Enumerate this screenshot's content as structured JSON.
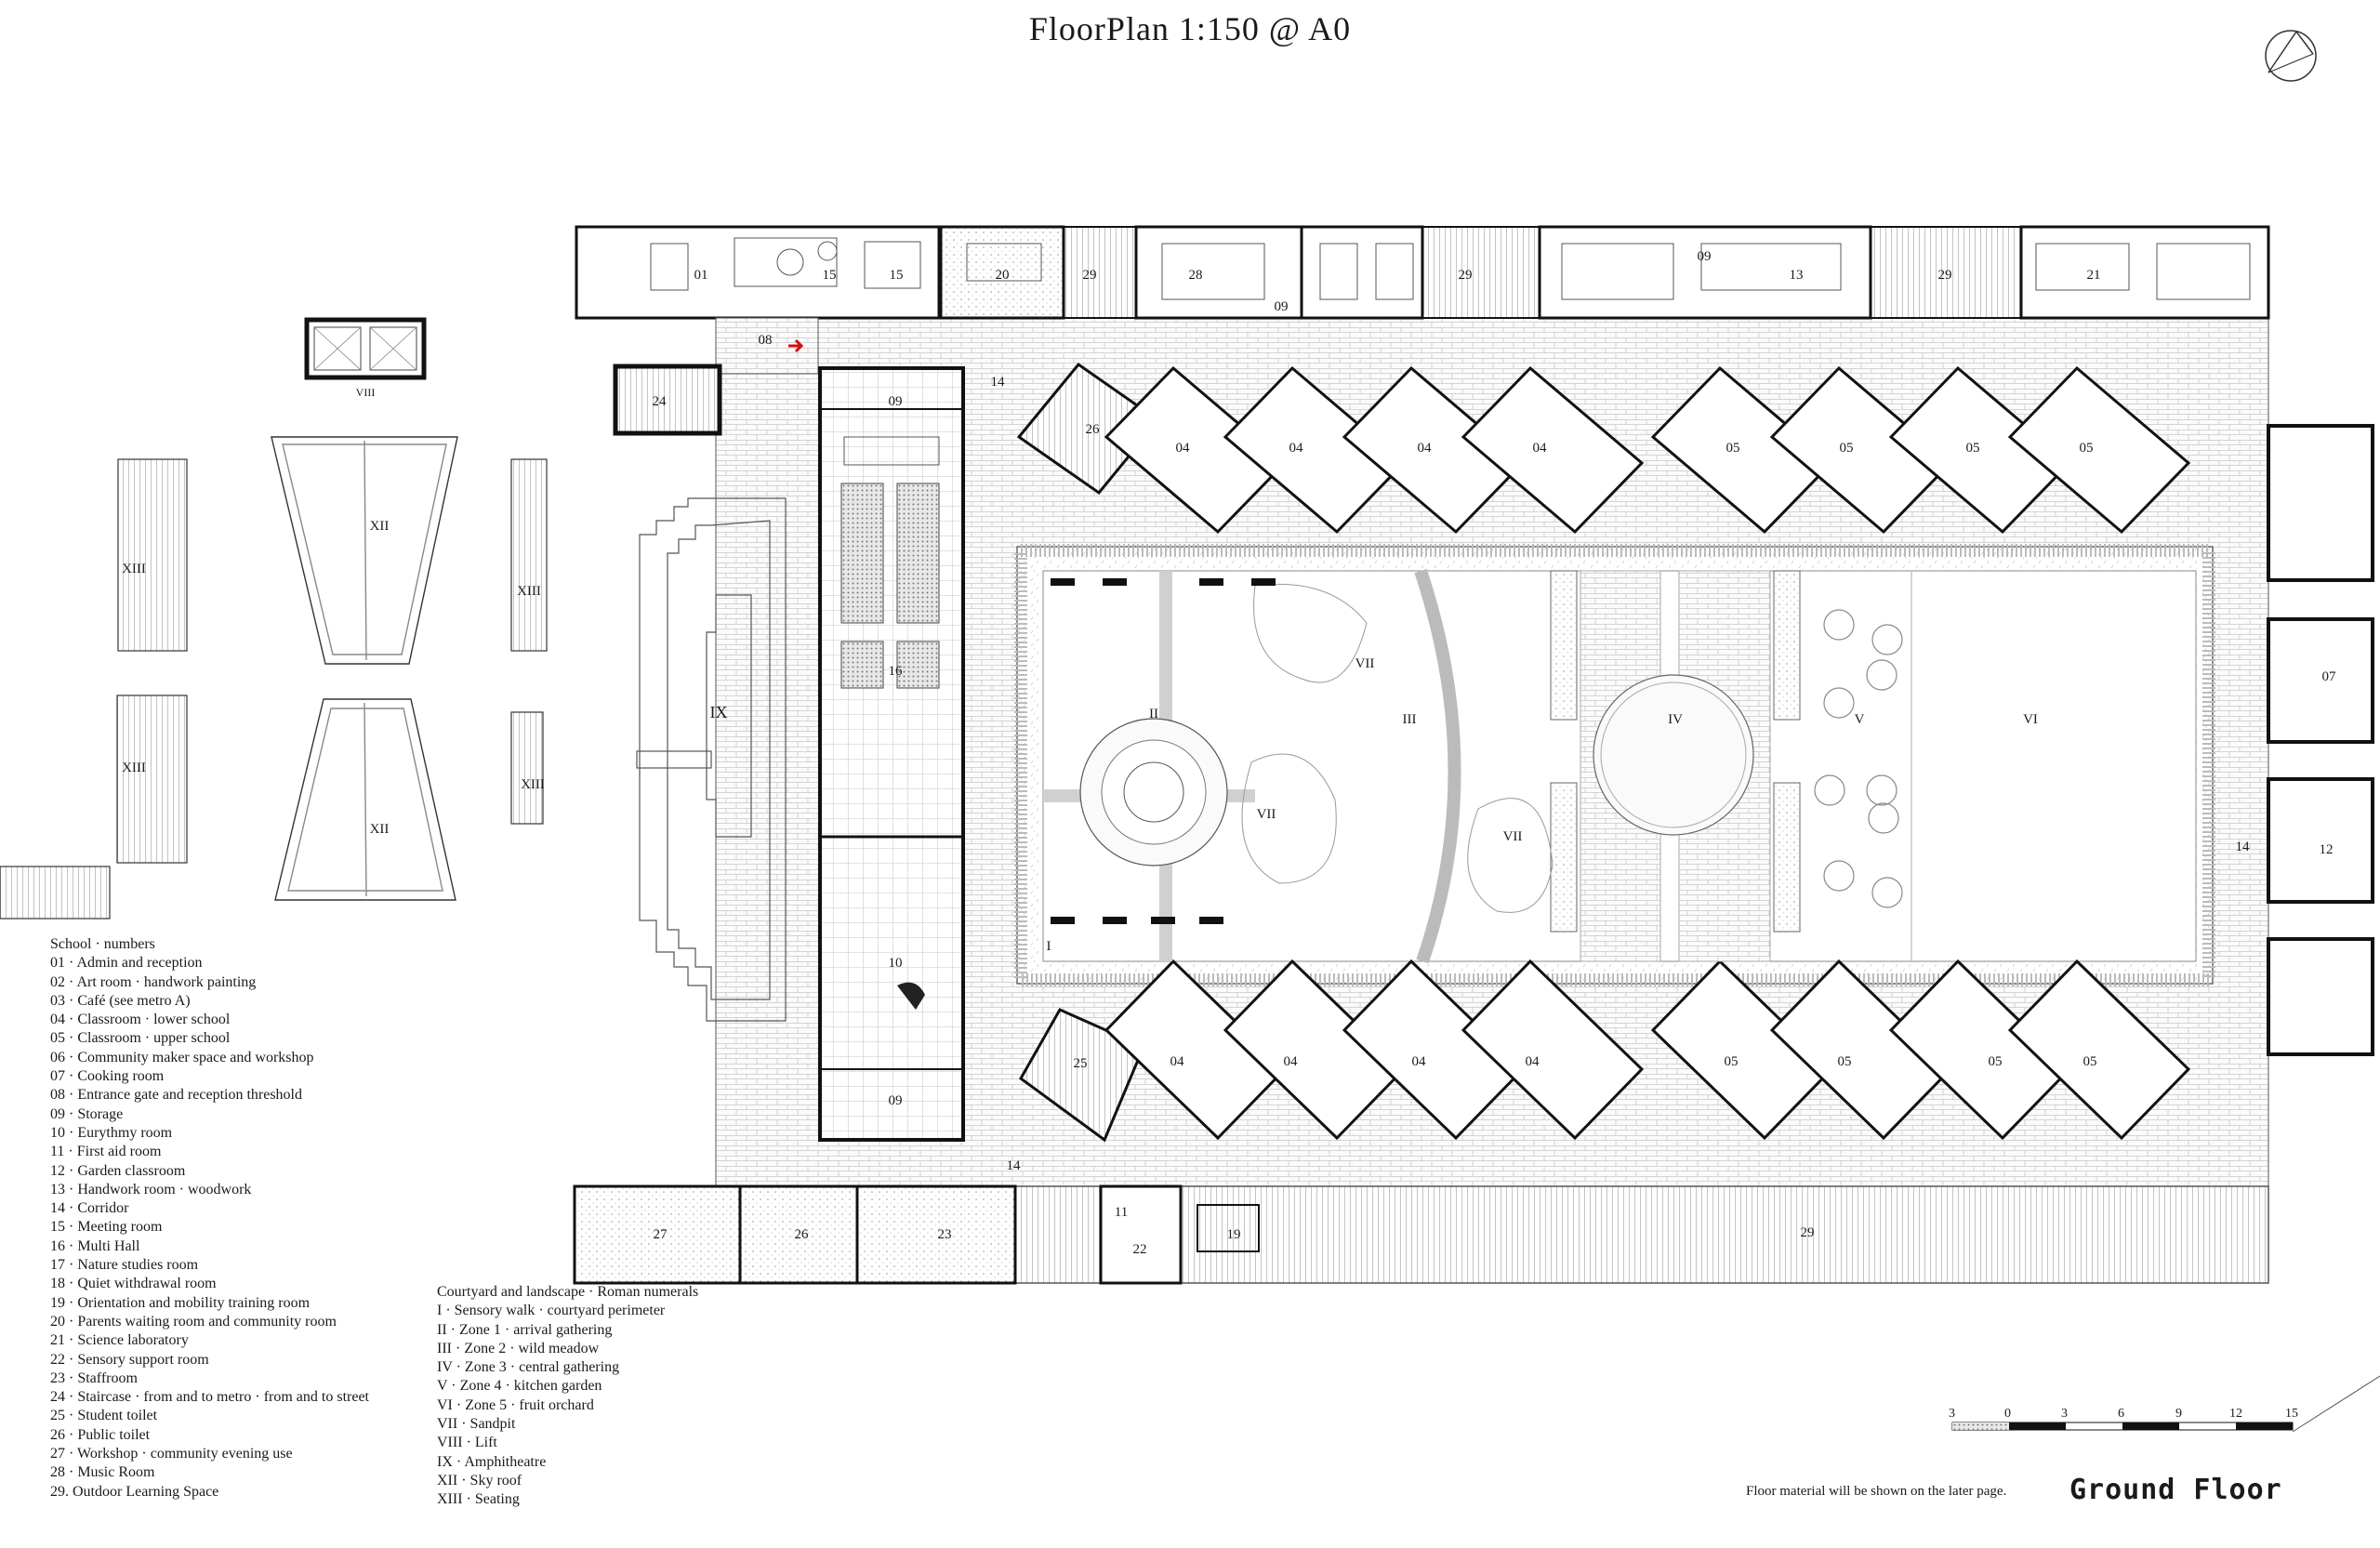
{
  "title": "FloorPlan 1:150 @ A0",
  "floor_label": "Ground Floor",
  "footer_note": "Floor material will be shown on the later page.",
  "scale_ticks": [
    "3",
    "0",
    "3",
    "6",
    "9",
    "12",
    "15"
  ],
  "school_legend": {
    "heading": "School · numbers",
    "items": [
      "01 · Admin and reception",
      "02 · Art room · handwork painting",
      "03 · Café (see metro A)",
      "04 · Classroom · lower school",
      "05 · Classroom · upper school",
      "06 · Community maker space and workshop",
      "07 · Cooking room",
      "08 · Entrance gate and reception threshold",
      "09 · Storage",
      "10 · Eurythmy room",
      "11 · First aid room",
      "12 · Garden classroom",
      "13 · Handwork room · woodwork",
      "14 · Corridor",
      "15 · Meeting room",
      "16 · Multi Hall",
      "17 · Nature studies room",
      "18 · Quiet withdrawal room",
      "19 · Orientation and mobility training room",
      "20 · Parents waiting room and community room",
      "21 · Science laboratory",
      "22 · Sensory support room",
      "23 · Staffroom",
      "24 · Staircase · from and to metro · from and to street",
      "25 · Student toilet",
      "26 · Public toilet",
      "27 · Workshop · community evening use",
      "28 · Music Room",
      "29. Outdoor Learning Space"
    ]
  },
  "landscape_legend": {
    "heading": "Courtyard and landscape · Roman numerals",
    "items": [
      "I · Sensory walk · courtyard perimeter",
      "II · Zone 1 · arrival gathering",
      "III · Zone 2 · wild meadow",
      "IV · Zone 3 · central gathering",
      "V · Zone 4 · kitchen garden",
      "VI · Zone 5 · fruit orchard",
      "VII · Sandpit",
      "VIII · Lift",
      "IX · Amphitheatre",
      "XII · Sky roof",
      "XIII · Seating"
    ]
  },
  "plan_labels": {
    "top_row": [
      "01",
      "15",
      "15",
      "20",
      "29",
      "28",
      "09",
      "29",
      "09",
      "13",
      "29",
      "21"
    ],
    "entrance": "08",
    "corridor": "14",
    "hall": [
      "09",
      "16",
      "10",
      "09"
    ],
    "stair": "24",
    "lift": "VIII",
    "top_classrooms": [
      "26",
      "04",
      "04",
      "04",
      "04",
      "05",
      "05",
      "05",
      "05"
    ],
    "bottom_classrooms": [
      "25",
      "04",
      "04",
      "04",
      "04",
      "05",
      "05",
      "05",
      "05"
    ],
    "courtyard_zones": [
      "I",
      "II",
      "III",
      "IV",
      "V",
      "VI",
      "VII",
      "VII",
      "VII"
    ],
    "east_rooms": [
      "07",
      "12"
    ],
    "bottom_row": [
      "27",
      "26",
      "23",
      "11",
      "22",
      "19",
      "29"
    ],
    "amphitheatre": "IX",
    "sky_roof": [
      "XII",
      "XII"
    ],
    "seating": [
      "XIII",
      "XIII",
      "XIII",
      "XIII"
    ]
  }
}
